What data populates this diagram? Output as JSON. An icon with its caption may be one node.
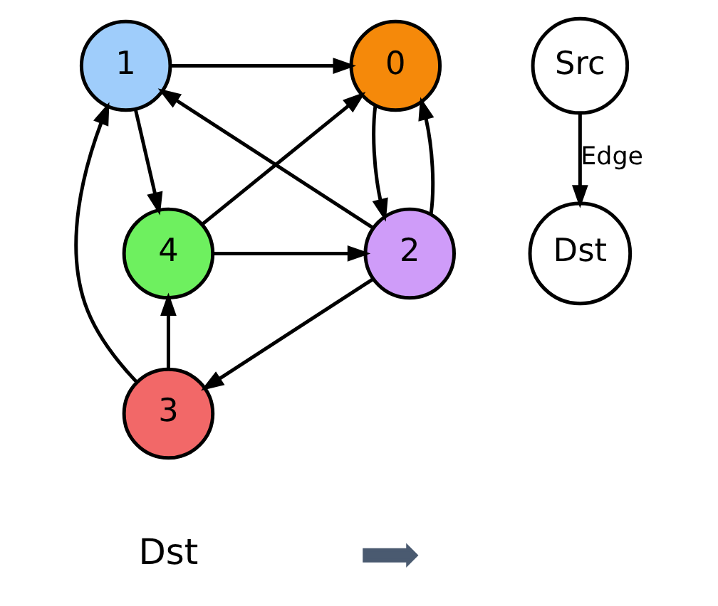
{
  "diagram": {
    "nodes": [
      {
        "text": [
          "0"
        ]
      },
      {
        "text": [
          "1"
        ]
      },
      {
        "text": [
          "2"
        ]
      },
      {
        "text": [
          "3"
        ]
      },
      {
        "text": [
          "4"
        ]
      },
      {
        "text": [
          "Src"
        ]
      },
      {
        "text": [
          "Dst"
        ]
      }
    ],
    "edges": [
      {
        "from": 1,
        "to": 0,
        "arrow": "to"
      },
      {
        "from": 0,
        "to": 2,
        "arrow": "to"
      },
      {
        "from": 2,
        "to": 0,
        "arrow": "to"
      },
      {
        "from": 1,
        "to": 4,
        "arrow": "to"
      },
      {
        "from": 2,
        "to": 1,
        "arrow": "to"
      },
      {
        "from": 3,
        "to": 1,
        "arrow": "to"
      },
      {
        "from": 4,
        "to": 0,
        "arrow": "to"
      },
      {
        "from": 4,
        "to": 2,
        "arrow": "to"
      },
      {
        "from": 3,
        "to": 4,
        "arrow": "to"
      },
      {
        "from": 2,
        "to": 3,
        "arrow": "to"
      },
      {
        "from": 5,
        "to": 6,
        "arrow": "to",
        "label": "Edge"
      }
    ],
    "labels": [
      "Dst"
    ]
  }
}
